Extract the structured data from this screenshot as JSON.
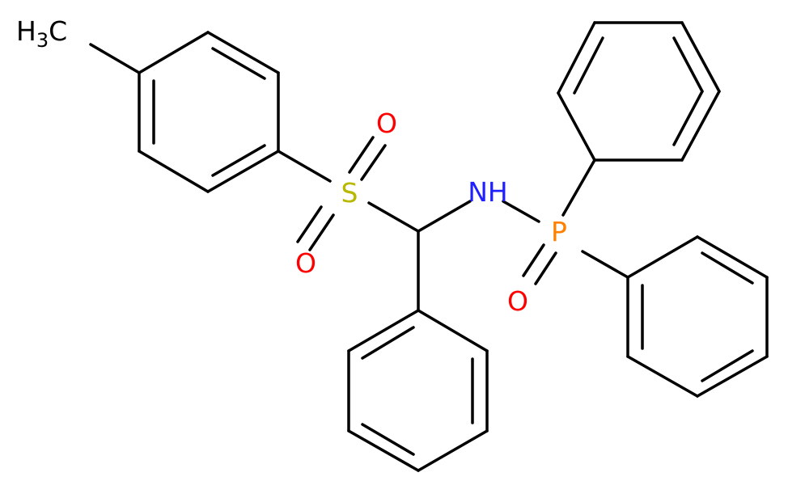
{
  "molecule": {
    "atoms": {
      "methyl": {
        "label": "H",
        "sub": "3",
        "tail": "C",
        "color": "#000000"
      },
      "sulfur": {
        "label": "S",
        "color": "#b8b800"
      },
      "sulfonyl_o_top": {
        "label": "O",
        "color": "#ff0000"
      },
      "sulfonyl_o_bottom": {
        "label": "O",
        "color": "#ff0000"
      },
      "amine": {
        "label": "NH",
        "color": "#2020ff"
      },
      "phosphorus": {
        "label": "P",
        "color": "#ff8000"
      },
      "phosphoryl_o": {
        "label": "O",
        "color": "#ff0000"
      }
    },
    "colors": {
      "bond": "#000000",
      "background": "#ffffff"
    }
  }
}
